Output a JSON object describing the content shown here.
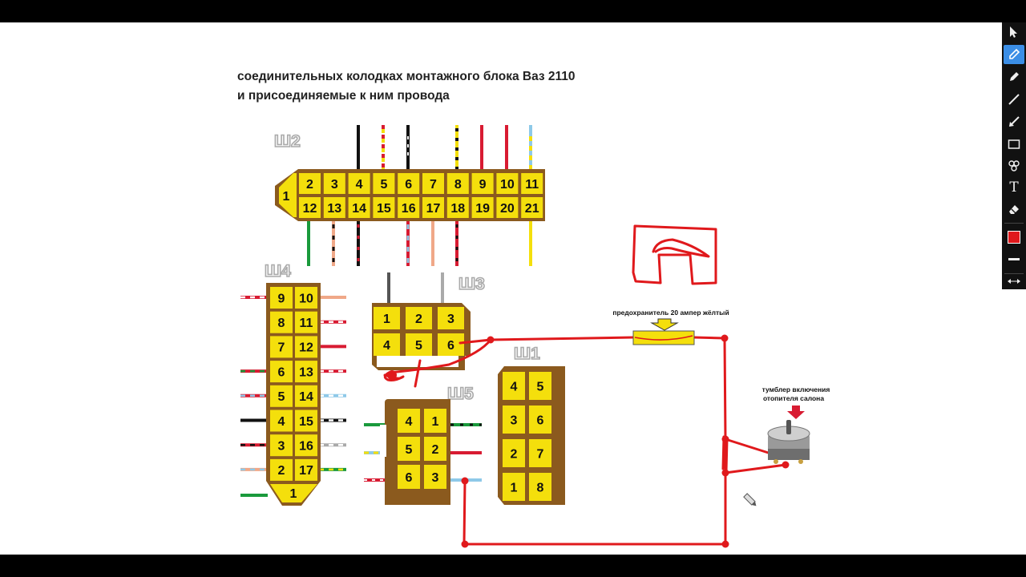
{
  "title": {
    "line1": "соединительных колодках монтажного блока Ваз 2110",
    "line2": "и присоединяемые к ним провода"
  },
  "connectors": {
    "sh2": {
      "label": "Ш2",
      "row1": [
        "1",
        "2",
        "3",
        "4",
        "5",
        "6",
        "7",
        "8",
        "9",
        "10",
        "11"
      ],
      "row2": [
        "12",
        "13",
        "14",
        "15",
        "16",
        "17",
        "18",
        "19",
        "20",
        "21"
      ]
    },
    "sh4": {
      "label": "Ш4",
      "left": [
        "9",
        "8",
        "7",
        "6",
        "5",
        "4",
        "3",
        "2"
      ],
      "right": [
        "10",
        "11",
        "12",
        "13",
        "14",
        "15",
        "16",
        "17"
      ],
      "bottom": "1"
    },
    "sh3": {
      "label": "Ш3",
      "pins": [
        "1",
        "2",
        "3",
        "4",
        "5",
        "6"
      ]
    },
    "sh5": {
      "label": "Ш5",
      "pins": [
        "4",
        "1",
        "5",
        "2",
        "6",
        "3"
      ]
    },
    "sh1": {
      "label": "Ш1",
      "pins": [
        "4",
        "5",
        "3",
        "6",
        "2",
        "7",
        "1",
        "8"
      ]
    }
  },
  "annotations": {
    "fuse": "предохранитель 20 ампер жёлтый",
    "switch_line1": "тумблер включения",
    "switch_line2": "отопителя салона"
  },
  "colors": {
    "connector_fill": "#f4df0c",
    "connector_body": "#8b5a1e",
    "pen": "#e0191c",
    "label_gray": "#b8b8b8"
  },
  "toolbar": {
    "items": [
      "pointer-icon",
      "pencil-icon",
      "highlighter-icon",
      "line-icon",
      "arrow-icon",
      "rectangle-icon",
      "palette-icon",
      "text-icon",
      "eraser-icon",
      "color-swatch",
      "stroke-width-icon",
      "expand-icon"
    ],
    "active": "pencil-icon",
    "text_tool_label": "T",
    "current_color": "#e0191c"
  }
}
